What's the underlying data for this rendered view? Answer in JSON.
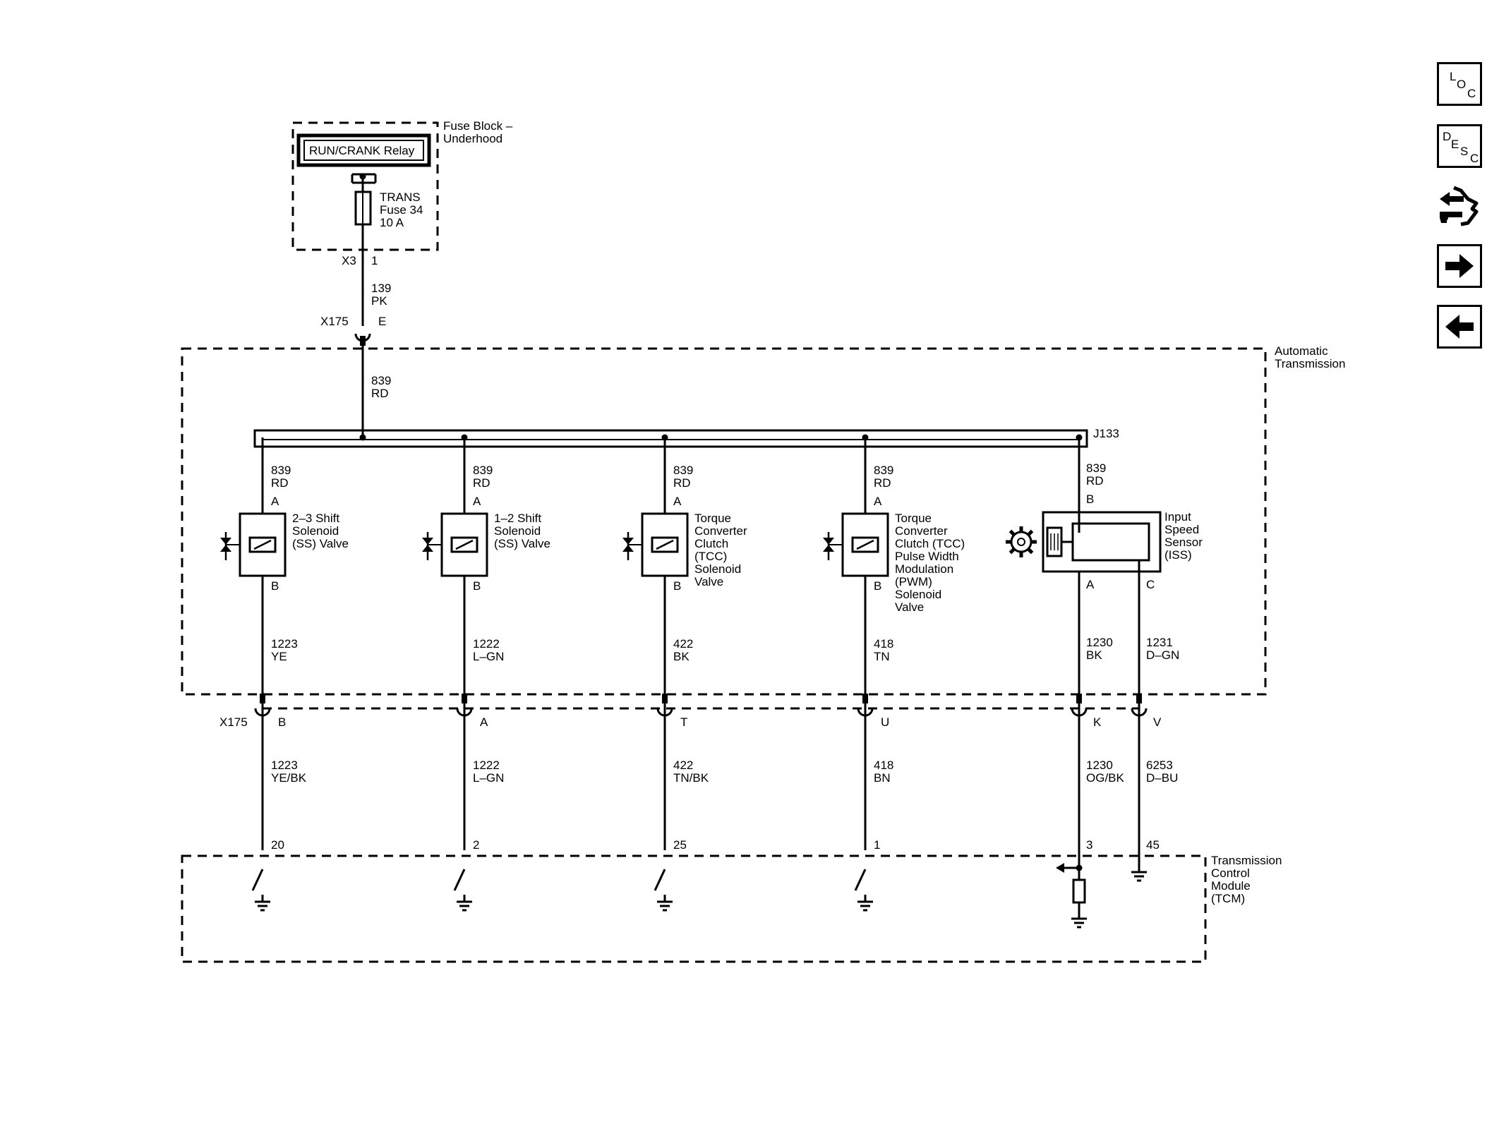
{
  "fuse_block": {
    "title_line1": "Fuse Block –",
    "title_line2": "Underhood",
    "relay": "RUN/CRANK Relay",
    "fuse_line1": "TRANS",
    "fuse_line2": "Fuse 34",
    "fuse_line3": "10 A",
    "connector": "X3",
    "pin": "1"
  },
  "feed_wire": {
    "circuit": "139",
    "color": "PK"
  },
  "x175_top": {
    "connector": "X175",
    "pin": "E"
  },
  "trans_feed_wire": {
    "circuit": "839",
    "color": "RD"
  },
  "automatic_transmission": {
    "line1": "Automatic",
    "line2": "Transmission"
  },
  "splice": "J133",
  "components": [
    {
      "name_lines": [
        "2–3 Shift",
        "Solenoid",
        "(SS) Valve"
      ],
      "top_circuit": "839",
      "top_color": "RD",
      "top_pin": "A",
      "bottom_pin": "B",
      "wire1_circuit": "1223",
      "wire1_color": "YE",
      "x175_pin": "B",
      "wire2_circuit": "1223",
      "wire2_color": "YE/BK",
      "tcm_pin": "20"
    },
    {
      "name_lines": [
        "1–2 Shift",
        "Solenoid",
        "(SS) Valve"
      ],
      "top_circuit": "839",
      "top_color": "RD",
      "top_pin": "A",
      "bottom_pin": "B",
      "wire1_circuit": "1222",
      "wire1_color": "L–GN",
      "x175_pin": "A",
      "wire2_circuit": "1222",
      "wire2_color": "L–GN",
      "tcm_pin": "2"
    },
    {
      "name_lines": [
        "Torque",
        "Converter",
        "Clutch",
        "(TCC)",
        "Solenoid",
        "Valve"
      ],
      "top_circuit": "839",
      "top_color": "RD",
      "top_pin": "A",
      "bottom_pin": "B",
      "wire1_circuit": "422",
      "wire1_color": "BK",
      "x175_pin": "T",
      "wire2_circuit": "422",
      "wire2_color": "TN/BK",
      "tcm_pin": "25"
    },
    {
      "name_lines": [
        "Torque",
        "Converter",
        "Clutch (TCC)",
        "Pulse Width",
        "Modulation",
        "(PWM)",
        "Solenoid",
        "Valve"
      ],
      "top_circuit": "839",
      "top_color": "RD",
      "top_pin": "A",
      "bottom_pin": "B",
      "wire1_circuit": "418",
      "wire1_color": "TN",
      "x175_pin": "U",
      "wire2_circuit": "418",
      "wire2_color": "BN",
      "tcm_pin": "1"
    }
  ],
  "iss": {
    "name_lines": [
      "Input",
      "Speed",
      "Sensor",
      "(ISS)"
    ],
    "top_circuit": "839",
    "top_color": "RD",
    "top_pin": "B",
    "pin_a": "A",
    "pin_c": "C",
    "wire_a_circuit": "1230",
    "wire_a_color": "BK",
    "wire_c_circuit": "1231",
    "wire_c_color": "D–GN",
    "x175_pin_a": "K",
    "x175_pin_c": "V",
    "wire2_a_circuit": "1230",
    "wire2_a_color": "OG/BK",
    "wire2_c_circuit": "6253",
    "wire2_c_color": "D–BU",
    "tcm_pin_a": "3",
    "tcm_pin_c": "45"
  },
  "x175_bottom": {
    "connector": "X175"
  },
  "tcm": {
    "name_lines": [
      "Transmission",
      "Control",
      "Module",
      "(TCM)"
    ]
  },
  "nav": {
    "loc": {
      "l1": "L",
      "l2": "O",
      "l3": "C"
    },
    "desc": {
      "l1": "D",
      "l2": "E",
      "l3": "S",
      "l4": "C"
    }
  }
}
